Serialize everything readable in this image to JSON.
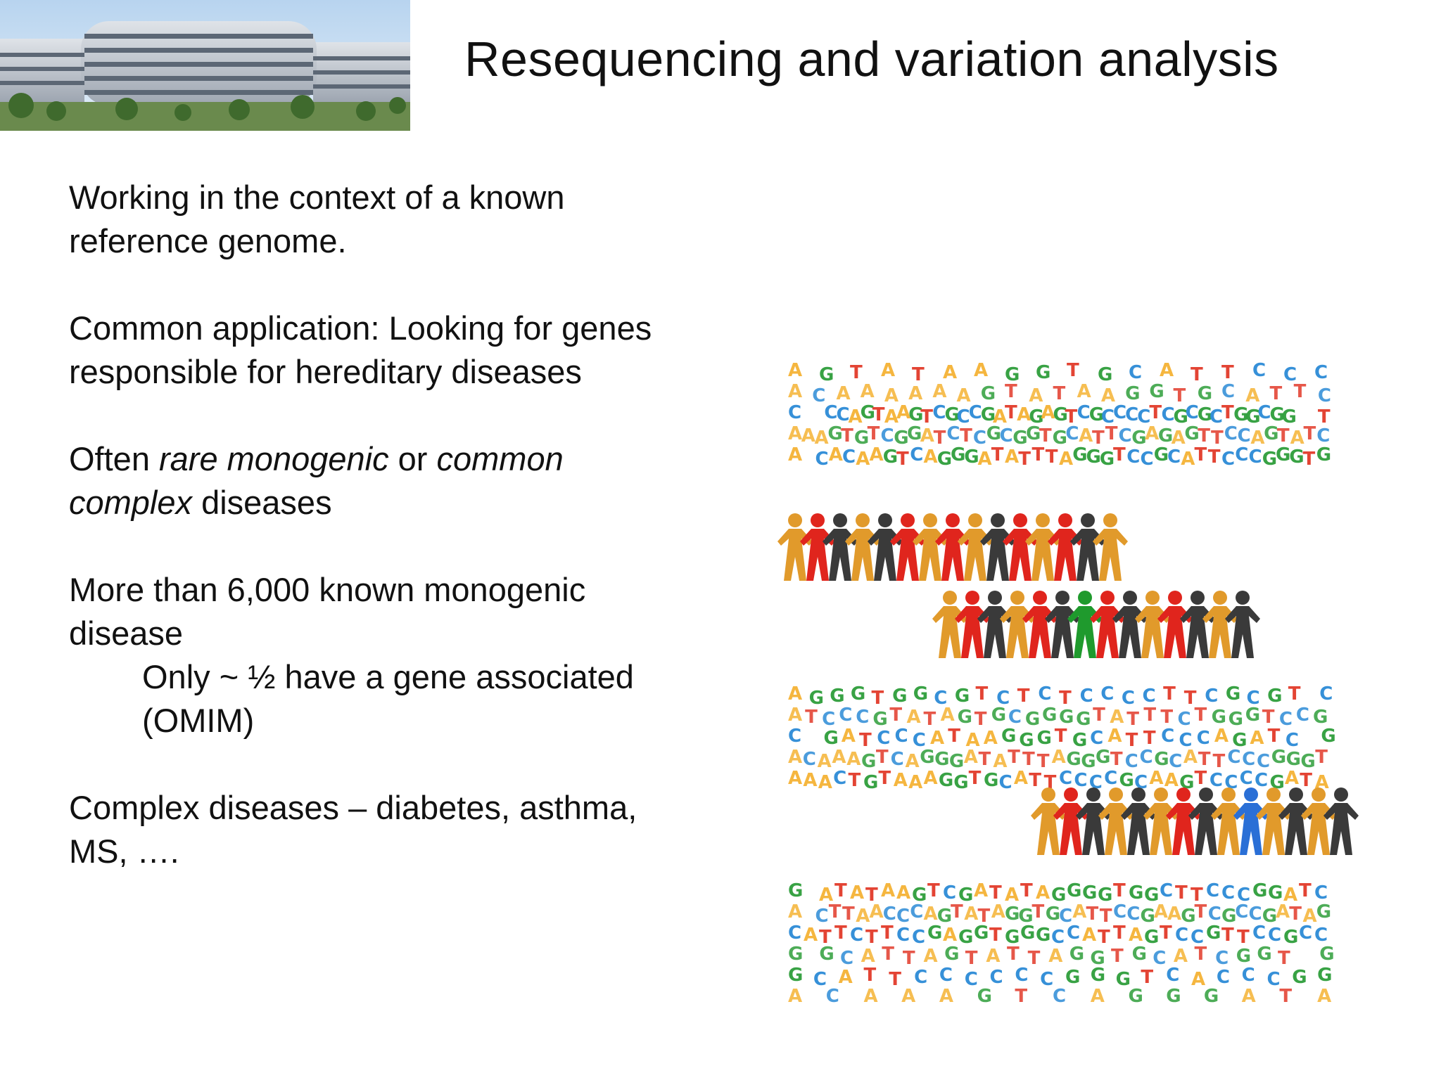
{
  "slide": {
    "title": "Resequencing and variation analysis",
    "bullets": {
      "p1_line1": "Working in the context of a known",
      "p1_line2": "reference genome.",
      "p2_line1": "Common application: Looking for genes",
      "p2_line2": "responsible for hereditary diseases",
      "p3_pre": "Often ",
      "p3_em1": "rare monogenic",
      "p3_mid": " or ",
      "p3_em2": "common",
      "p3_em3": "complex",
      "p3_post": " diseases",
      "p4_line1": "More than 6,000 known monogenic",
      "p4_line2": "disease",
      "p4_sub1": "Only ~ ½ have a gene associated",
      "p4_sub2": "(OMIM)",
      "p5_line1": "Complex diseases – diabetes, asthma,",
      "p5_line2": "MS, …."
    },
    "art": {
      "seq_block_1": [
        "A G T A T A A G G T G C A T T C C C",
        "A C A A A A A A G T A T A A G G T G C A T T C",
        "C  CCAGTAAGTCGCCGATAGAGTCGCCCCTCGCGCTGGCGG  T",
        "AAAGTGTCGGATCTCGCGGTGCATTCGAGAGTTCCAGTATC",
        "A CACAAGTCAGGGATATTTAGGGTCCGCATTCCCGGGTG"
      ],
      "seq_block_2": [
        "A G G G T G G C G T C T C T C C C C T T C G C G T  C",
        "ATCCCGTATAGTGCGGGGTATTTCTGGGTCCG",
        "C   G A T C C C A T A A G G G T G C A T T C C C A G A T C   G",
        "ACAAAGTCAGGGATATTTAGGGTCCGCATTCCCGGGT",
        "AAACTGTAAAGGTGCATTCCCCGCAAGTCCCCGATA"
      ],
      "seq_block_3": [
        "G ATATAAGTCGATATAGGGGTGGCTTCCCGGATC",
        "A CTTAACCCAGTATAGGTGCATTCCGAAGTCGCCGATAG",
        "CATTCTTCCGAGGTGGGCCATTAGTCCGTTCCGCC",
        "G  G C A T T A G T A T T A G G T G C A T C G G T   G",
        "G C A T T C C C C C C G G G T C A C C C G G",
        "A  C  A  A  A  G  T  C  A  G  G  G  A  T  A"
      ],
      "people_row_1": [
        "orange",
        "red",
        "grey",
        "orange",
        "grey",
        "red",
        "orange",
        "red",
        "orange",
        "grey",
        "red",
        "orange",
        "red",
        "grey",
        "orange"
      ],
      "people_row_2": [
        "orange",
        "red",
        "grey",
        "orange",
        "red",
        "grey",
        "green",
        "red",
        "grey",
        "orange",
        "red",
        "grey",
        "orange",
        "grey"
      ],
      "people_row_3": [
        "orange",
        "red",
        "grey",
        "orange",
        "grey",
        "orange",
        "red",
        "grey",
        "orange",
        "blue",
        "orange",
        "grey",
        "orange",
        "grey"
      ],
      "colors": {
        "A": "#f5b335",
        "C": "#2c8bd6",
        "G": "#2e9e3a",
        "T": "#e23a2a",
        "orange": "#e19a2b",
        "red": "#e0251d",
        "grey": "#3a3a3a",
        "green": "#1f9a2d",
        "blue": "#2a6fd6"
      }
    }
  }
}
